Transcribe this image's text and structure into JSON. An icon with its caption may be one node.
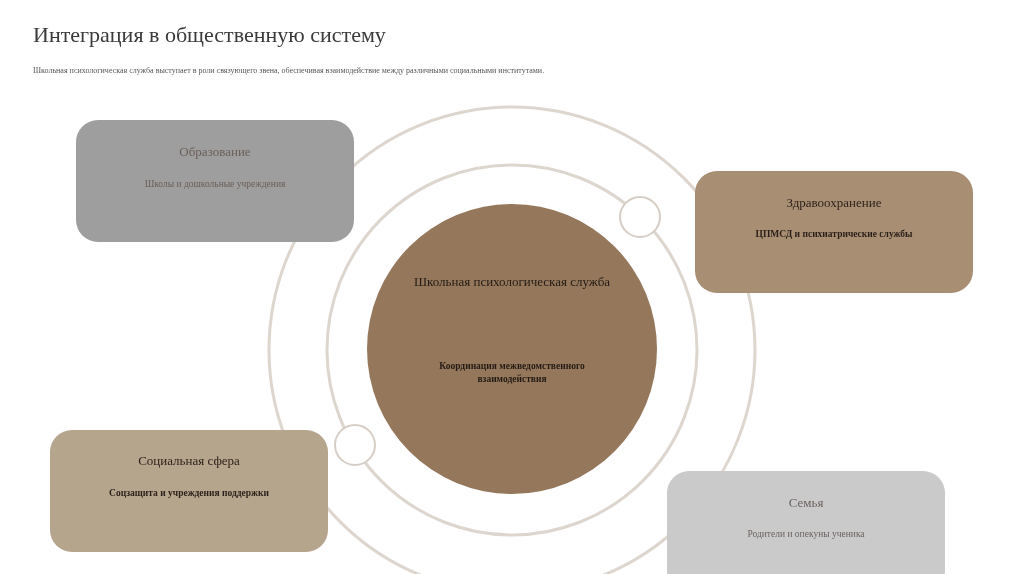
{
  "diagram": {
    "title": "Интеграция в общественную систему",
    "nodes": [
      {
        "text": [
          "Образование",
          "Школы и дошкольные учреждения"
        ]
      },
      {
        "text": [
          "Здравоохранение",
          "ЦПМСД и психиатрические службы"
        ]
      },
      {
        "text": [
          "Школьная психологическая служба",
          "Координация межведомственного взаимодействия"
        ]
      },
      {
        "text": [
          "Социальная сфера",
          "Соцзащита и учреждения поддержки"
        ]
      },
      {
        "text": [
          "Семья",
          "Родители и опекуны ученика"
        ]
      },
      {
        "text": [],
        "shape": "circle"
      },
      {
        "text": [],
        "shape": "circle"
      }
    ],
    "edges": [],
    "labels": [
      "Школьная психологическая служба выступает в роли связующего звена, обеспечивая взаимодействие между различными социальными институтами."
    ]
  }
}
